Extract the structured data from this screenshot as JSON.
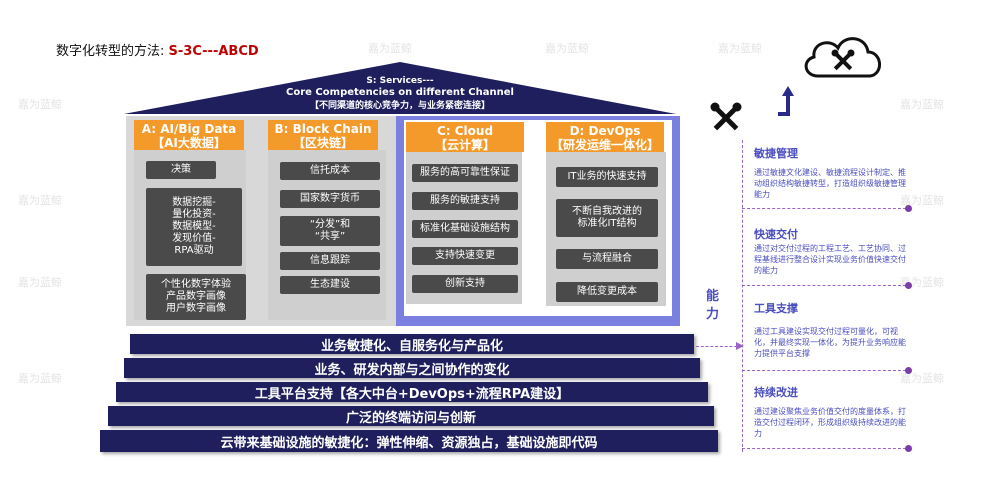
{
  "title": {
    "prefix": "数字化转型的方法: ",
    "highlight": "S-3C---ABCD"
  },
  "roof": {
    "line1": "S: Services---",
    "line2": "Core Competencies on different Channel",
    "line3": "【不同渠道的核心竞争力，与业务紧密连接】"
  },
  "columns": [
    {
      "head": "A: AI/Big Data\n【AI大数据】",
      "items": [
        "决策",
        "数据挖掘-\n量化投资-\n数据模型-\n发现价值-\nRPA驱动",
        "个性化数字体验\n产品数字画像\n用户数字画像"
      ]
    },
    {
      "head": "B: Block Chain\n【区块链】",
      "items": [
        "信托成本",
        "国家数字货币",
        "“分发”和\n“共享”",
        "信息跟踪",
        "生态建设"
      ]
    },
    {
      "head": "C: Cloud\n【云计算】",
      "items": [
        "服务的高可靠性保证",
        "服务的敏捷支持",
        "标准化基础设施结构",
        "支持快速变更",
        "创新支持"
      ]
    },
    {
      "head": "D: DevOps\n【研发运维一体化】",
      "items": [
        "IT业务的快速支持",
        "不断自我改进的\n标准化IT结构",
        "与流程融合",
        "降低变更成本"
      ]
    }
  ],
  "bars": [
    "业务敏捷化、自服务化与产品化",
    "业务、研发内部与之间协作的变化",
    "工具平台支持【各大中台+DevOps+流程RPA建设】",
    "广泛的终端访问与创新",
    "云带来基础设施的敏捷化：弹性伸缩、资源独占，基础设施即代码"
  ],
  "ability_label": "能\n力",
  "capabilities": [
    {
      "title": "敏捷管理",
      "desc": "通过敏捷文化建设、敏捷流程设计制定、推动组织结构敏捷转型，打造组织级敏捷管理能力"
    },
    {
      "title": "快速交付",
      "desc": "通过对交付过程的工程工艺、工艺协同、过程基线进行整合设计实现业务价值快速交付的能力"
    },
    {
      "title": "工具支撑",
      "desc": "通过工具建设实现交付过程可量化，可视化，并最终实现一体化，为提升业务响应能力提供平台支撑"
    },
    {
      "title": "持续改进",
      "desc": "通过建设聚焦业务价值交付的度量体系，打造交付过程闭环，形成组织级持续改进的能力"
    }
  ],
  "icons": [
    "cloud-tools-icon",
    "tools-icon",
    "up-arrow-icon"
  ],
  "watermark": "嘉为蓝鲸",
  "colors": {
    "navy": "#1f1f5e",
    "orange": "#f39a2b",
    "red": "#c00000",
    "purple": "#7b7fe0",
    "dark_item": "#4a4a4a",
    "accent": "#4a4ec0"
  }
}
